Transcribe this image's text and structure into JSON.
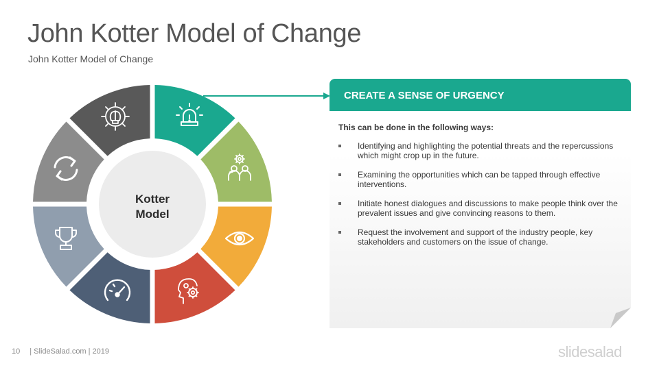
{
  "slide": {
    "title": "John Kotter Model of Change",
    "subtitle": "John Kotter Model of Change"
  },
  "wheel": {
    "center_line1": "Kotter",
    "center_line2": "Model",
    "segments": [
      {
        "icon": "alarm-icon",
        "color": "#1aa88f"
      },
      {
        "icon": "team-gear-icon",
        "color": "#9ebc67"
      },
      {
        "icon": "eye-icon",
        "color": "#f2ab3a"
      },
      {
        "icon": "head-gear-icon",
        "color": "#cf4e3c"
      },
      {
        "icon": "speedometer-icon",
        "color": "#4e5f76"
      },
      {
        "icon": "trophy-icon",
        "color": "#909eae"
      },
      {
        "icon": "refresh-icon",
        "color": "#8c8c8c"
      },
      {
        "icon": "brain-gear-icon",
        "color": "#595959"
      }
    ]
  },
  "panel": {
    "header": "CREATE A SENSE OF URGENCY",
    "intro": "This can be done in the following ways:",
    "bullets": [
      "Identifying and highlighting the potential threats and the repercussions which might crop up in the future.",
      "Examining the opportunities which can be tapped through effective interventions.",
      "Initiate honest dialogues and discussions to make people think over the prevalent issues and give convincing reasons to them.",
      "Request the involvement and support of the industry people, key stakeholders and customers on the issue of change."
    ]
  },
  "footer": {
    "page_number": "10",
    "credit": "| SlideSalad.com | 2019",
    "brand": "slidesalad"
  }
}
